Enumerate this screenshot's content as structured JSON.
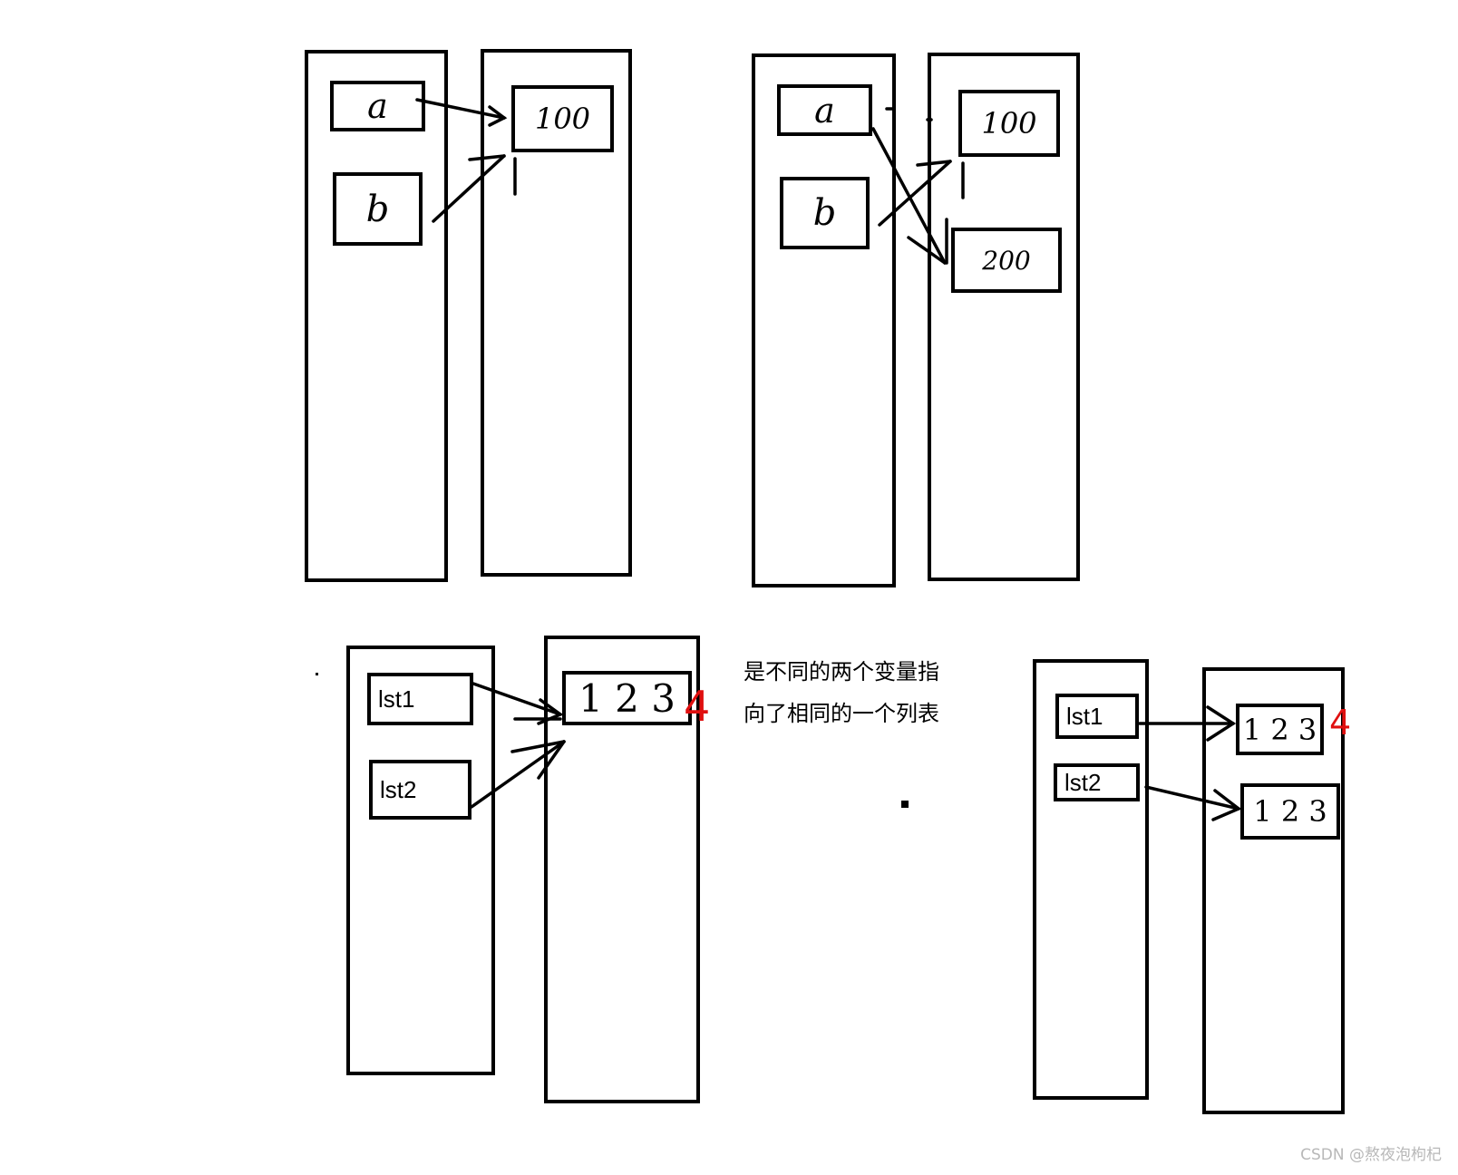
{
  "diagram1": {
    "var_a": "a",
    "var_b": "b",
    "value": "100"
  },
  "diagram2": {
    "var_a": "a",
    "var_b": "b",
    "value_old": "100",
    "value_new": "200"
  },
  "diagram3": {
    "var1": "lst1",
    "var2": "lst2",
    "list_value": "1 2 3",
    "appended": "4"
  },
  "note": {
    "line1": "是不同的两个变量指",
    "line2": "向了相同的一个列表"
  },
  "diagram4": {
    "var1": "lst1",
    "var2": "lst2",
    "list1_value": "1 2 3",
    "appended": "4",
    "list2_value": "1 2 3"
  },
  "watermark": "CSDN @熬夜泡枸杞"
}
